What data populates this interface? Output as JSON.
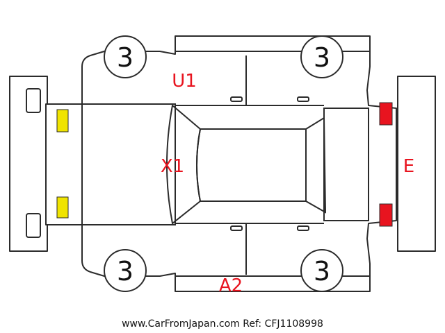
{
  "marks": {
    "upper_door": "U1",
    "front_pillar": "X1",
    "rear": "E",
    "lower_door": "A2"
  },
  "tires": {
    "front_upper": "3",
    "rear_upper": "3",
    "front_lower": "3",
    "rear_lower": "3"
  },
  "colors": {
    "mark_red": "#e8141f",
    "headlight_yellow": "#f0e400",
    "taillight_red": "#e8141f",
    "outline": "#2b2b2b"
  },
  "footer": "www.CarFromJapan.com Ref: CFJ1108998"
}
